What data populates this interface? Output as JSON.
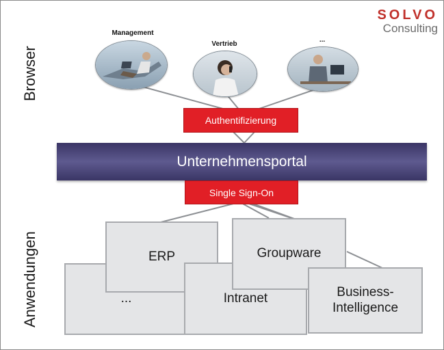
{
  "sections": {
    "top": "Browser",
    "bottom": "Anwendungen"
  },
  "brand": {
    "name": "SOLVO",
    "sub": "Consulting",
    "color": "#c0302a"
  },
  "users": [
    {
      "label": "Management",
      "icon": "person-reclining-laptop-icon"
    },
    {
      "label": "Vertrieb",
      "icon": "person-phone-call-icon"
    },
    {
      "label": "...",
      "icon": "person-desk-laptop-icon"
    }
  ],
  "auth": {
    "label": "Authentifizierung",
    "color": "#e11f26"
  },
  "portal": {
    "label": "Unternehmensportal"
  },
  "sso": {
    "label": "Single Sign-On",
    "color": "#e11f26"
  },
  "apps": [
    {
      "id": "dots",
      "label": "..."
    },
    {
      "id": "erp",
      "label": "ERP"
    },
    {
      "id": "intranet",
      "label": "Intranet"
    },
    {
      "id": "groupware",
      "label": "Groupware"
    },
    {
      "id": "bi",
      "label": "Business-\nIntelligence"
    }
  ]
}
